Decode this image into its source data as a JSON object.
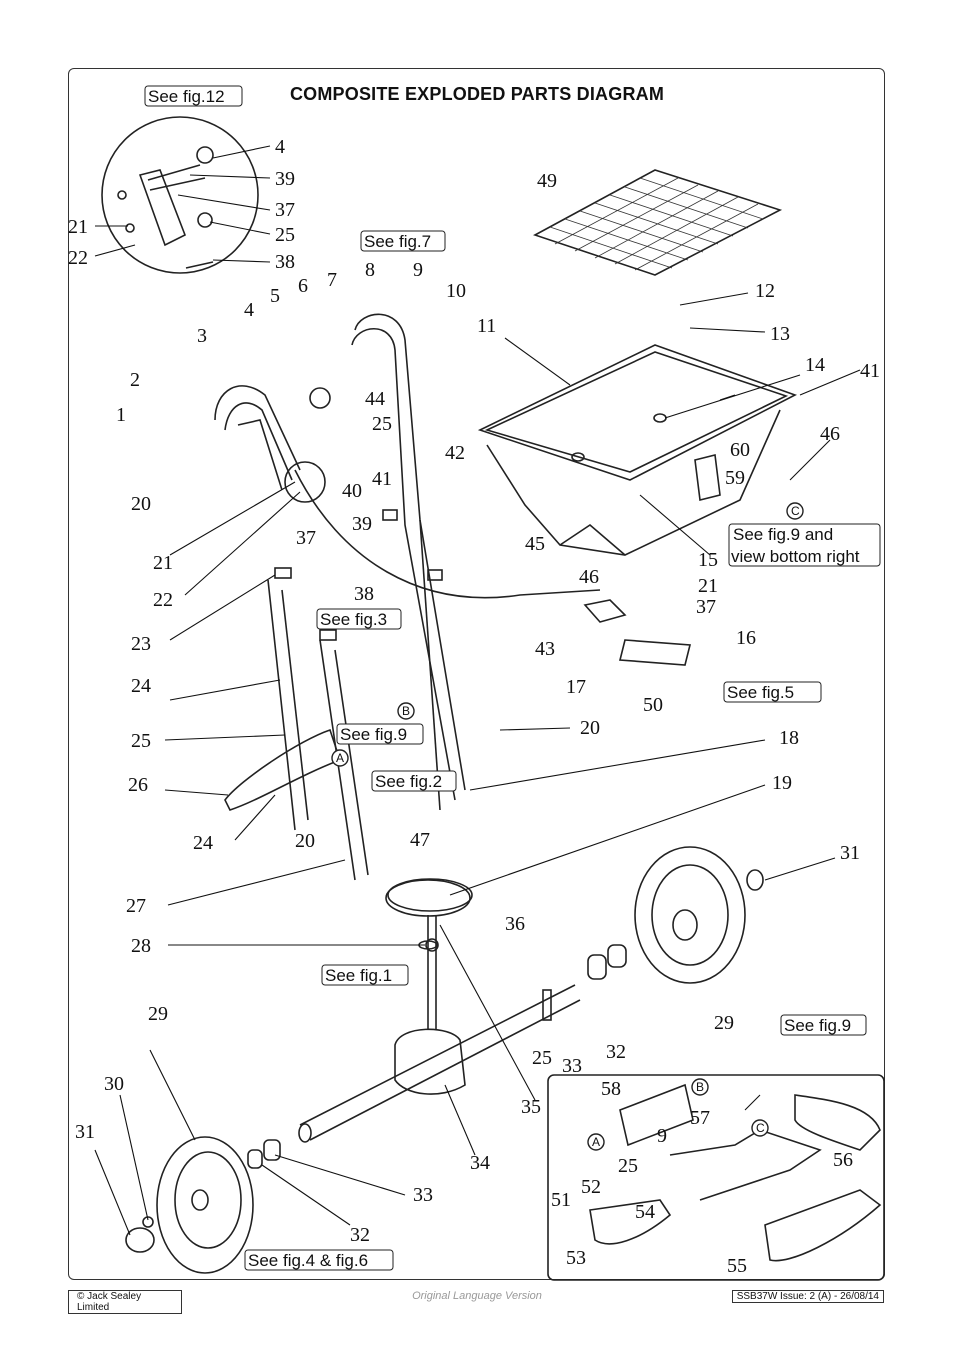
{
  "title": "COMPOSITE EXPLODED PARTS DIAGRAM",
  "references": [
    "See fig.12",
    "See fig.7",
    "See fig.3",
    "See fig.9",
    "See fig.2",
    "See fig.1",
    "See fig.9 and",
    "view bottom right",
    "See fig.5",
    "See fig.9",
    "See fig.4 & fig.6"
  ],
  "part_numbers": [
    "4",
    "39",
    "37",
    "21",
    "25",
    "22",
    "38",
    "49",
    "12",
    "13",
    "8",
    "9",
    "10",
    "7",
    "6",
    "5",
    "4",
    "3",
    "2",
    "1",
    "44",
    "25",
    "41",
    "11",
    "14",
    "41",
    "46",
    "60",
    "59",
    "42",
    "40",
    "39",
    "37",
    "20",
    "21",
    "22",
    "45",
    "46",
    "15",
    "21",
    "37",
    "43",
    "16",
    "17",
    "50",
    "23",
    "24",
    "25",
    "26",
    "24",
    "20",
    "47",
    "20",
    "18",
    "19",
    "31",
    "27",
    "28",
    "36",
    "29",
    "29",
    "30",
    "31",
    "25",
    "33",
    "32",
    "35",
    "34",
    "33",
    "32",
    "58",
    "57",
    "9",
    "25",
    "56",
    "52",
    "51",
    "54",
    "53",
    "55",
    "38"
  ],
  "circle_labels": [
    "A",
    "B",
    "C"
  ],
  "footer": {
    "copyright": "© Jack Sealey Limited",
    "language": "Original Language Version",
    "issue": "SSB37W   Issue: 2 (A)  - 26/08/14"
  },
  "colors": {
    "line": "#111111",
    "background": "#ffffff",
    "footer_gray": "#999999"
  }
}
